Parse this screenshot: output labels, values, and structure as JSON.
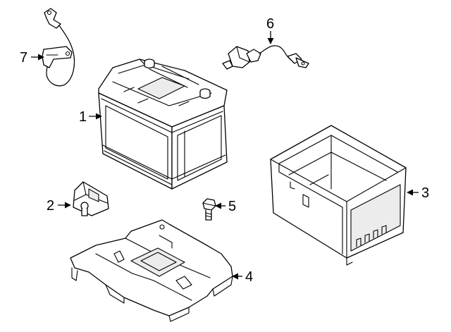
{
  "callouts": [
    {
      "id": "1",
      "label": "1"
    },
    {
      "id": "2",
      "label": "2"
    },
    {
      "id": "3",
      "label": "3"
    },
    {
      "id": "4",
      "label": "4"
    },
    {
      "id": "5",
      "label": "5"
    },
    {
      "id": "6",
      "label": "6"
    },
    {
      "id": "7",
      "label": "7"
    }
  ],
  "colors": {
    "line": "#000000",
    "background": "#ffffff",
    "fill": "#ececec"
  }
}
